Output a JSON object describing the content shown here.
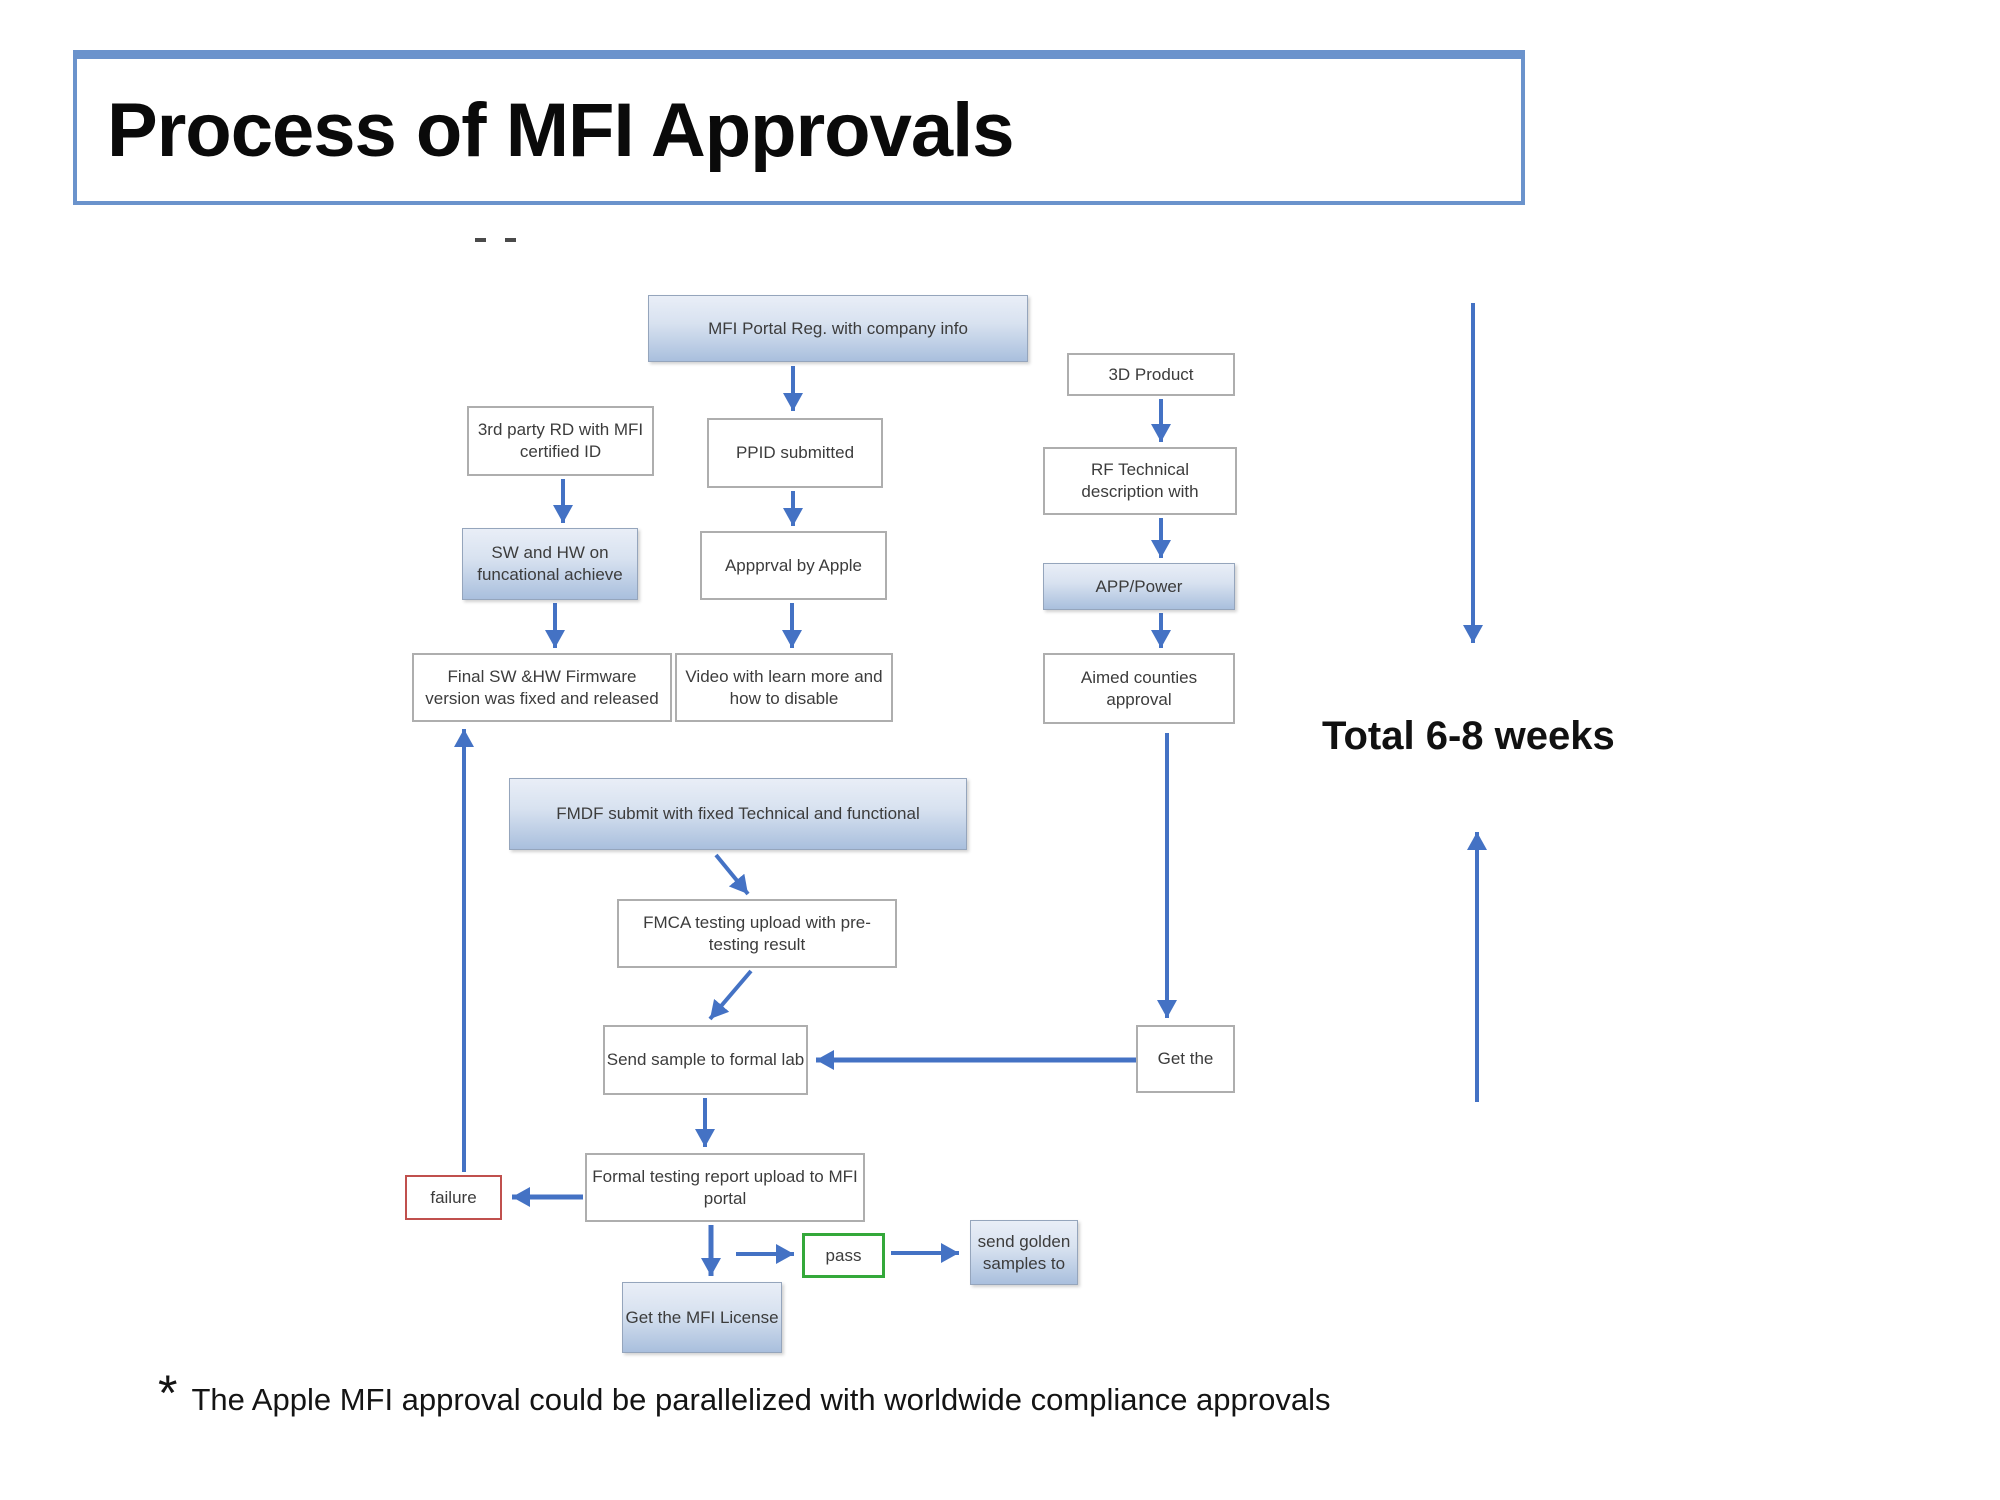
{
  "title": "Process of MFI Approvals",
  "duration_label": "Total 6-8 weeks",
  "footnote": {
    "marker": "*",
    "text": "The Apple MFI approval could be parallelized with worldwide compliance approvals"
  },
  "colors": {
    "arrow": "#4472c4",
    "title_border": "#6b93cc",
    "plain_box_border": "#aeaeae",
    "gradient_box_top": "#e9eef7",
    "gradient_box_bottom": "#a9bfdd",
    "failure_border": "#c0504d",
    "pass_border": "#34a83a"
  },
  "nodes": {
    "mfi_portal": {
      "label": "MFI Portal Reg. with company info"
    },
    "product_3d": {
      "label": "3D Product"
    },
    "third_party_rd": {
      "label": "3rd party RD with MFI certified ID"
    },
    "ppid": {
      "label": "PPID submitted"
    },
    "rf_technical": {
      "label": "RF Technical description with"
    },
    "sw_hw": {
      "label": "SW and HW on funcational achieve"
    },
    "apple_approval": {
      "label": "Appprval by Apple"
    },
    "app_power": {
      "label": "APP/Power"
    },
    "final_firmware": {
      "label": "Final SW &HW Firmware version was fixed and released"
    },
    "video": {
      "label": "Video with learn more and how to disable"
    },
    "aimed_counties": {
      "label": "Aimed counties approval"
    },
    "fmdf": {
      "label": "FMDF submit with fixed Technical and functional"
    },
    "fmca": {
      "label": "FMCA testing upload with pre- testing result"
    },
    "send_sample": {
      "label": "Send sample to formal lab"
    },
    "get_the": {
      "label": "Get the"
    },
    "formal_report": {
      "label": "Formal testing report upload to MFI portal"
    },
    "failure": {
      "label": "failure"
    },
    "pass": {
      "label": "pass"
    },
    "golden_samples": {
      "label": "send golden samples to"
    },
    "mfi_license": {
      "label": "Get the MFI License"
    }
  }
}
